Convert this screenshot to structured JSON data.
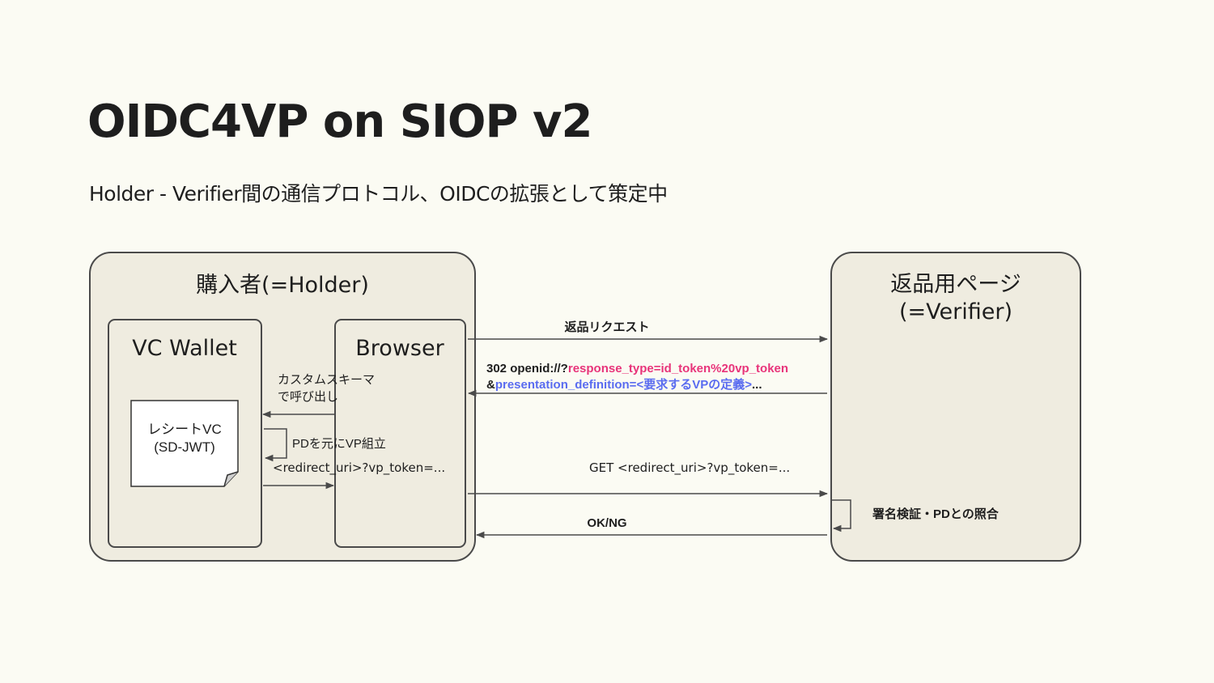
{
  "slide": {
    "title": "OIDC4VP on SIOP v2",
    "subtitle": "Holder - Verifier間の通信プロトコル、OIDCの拡張として策定中"
  },
  "holder": {
    "title": "購入者(=Holder)",
    "wallet": {
      "title": "VC Wallet",
      "doc_line1": "レシートVC",
      "doc_line2": "(SD-JWT)"
    },
    "browser": {
      "title": "Browser"
    }
  },
  "verifier": {
    "title_line1": "返品用ページ",
    "title_line2": "(=Verifier)"
  },
  "messages": {
    "return_request": "返品リクエスト",
    "redirect_prefix": "302 openid://?",
    "redirect_param1": "response_type=id_token%20vp_token",
    "redirect_amp": "&",
    "redirect_param2": "presentation_definition=<要求するVPの定義>",
    "redirect_suffix": "...",
    "custom_scheme_line1": "カスタムスキーマ",
    "custom_scheme_line2": "で呼び出し",
    "build_vp": "PDを元にVP組立",
    "vp_token_local": "<redirect_uri>?vp_token=...",
    "get_vp_token": "GET <redirect_uri>?vp_token=...",
    "verify": "署名検証・PDとの照合",
    "ok_ng": "OK/NG"
  },
  "colors": {
    "accent_pink": "#e8347a",
    "accent_blue": "#5a6cf0",
    "box_fill": "#efece0",
    "stroke": "#4a4a4a"
  }
}
